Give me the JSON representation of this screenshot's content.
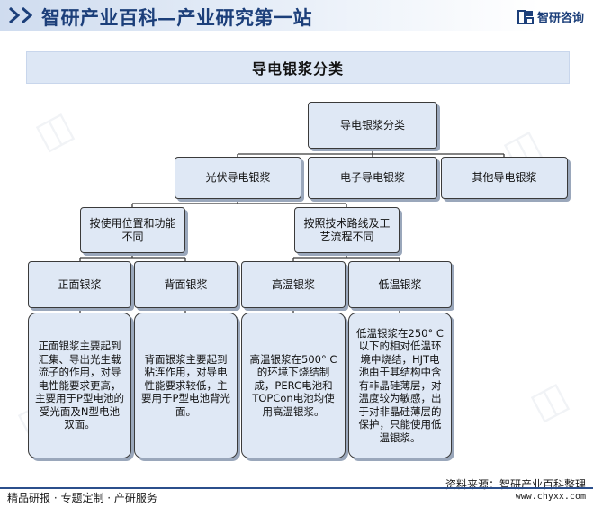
{
  "header": {
    "site_title": "智研产业百科—产业研究第一站",
    "brand_name": "智研咨询"
  },
  "chart_title": "导电银浆分类",
  "nodes": {
    "root": "导电银浆分类",
    "level1": [
      "光伏导电银浆",
      "电子导电银浆",
      "其他导电银浆"
    ],
    "criteria": [
      "按使用位置和功能不同",
      "按照技术路线及工艺流程不同"
    ],
    "types": [
      "正面银浆",
      "背面银浆",
      "高温银浆",
      "低温银浆"
    ],
    "descriptions": [
      "正面银浆主要起到汇集、导出光生载流子的作用，对导电性能要求更高，主要用于P型电池的受光面及N型电池双面。",
      "背面银浆主要起到粘连作用，对导电性能要求较低，主要用于P型电池背光面。",
      "高温银浆在500° C的环境下烧结制成，PERC电池和TOPCon电池均使用高温银浆。",
      "低温银浆在250° C以下的相对低温环境中烧结，HJT电池由于其结构中含有非晶硅薄层，对温度较为敏感，出于对非晶硅薄层的保护，只能使用低温银浆。"
    ]
  },
  "footer": {
    "source": "资料来源：智研产业百科整理",
    "tagline": "精品研报 · 专题定制 · 产研服务",
    "url": "www.chyxx.com"
  },
  "colors": {
    "brand_blue": "#1c3f7a",
    "box_fill": "#dfe8f5",
    "box_border": "#3a3a3a",
    "band_fill": "#dde7f5"
  }
}
